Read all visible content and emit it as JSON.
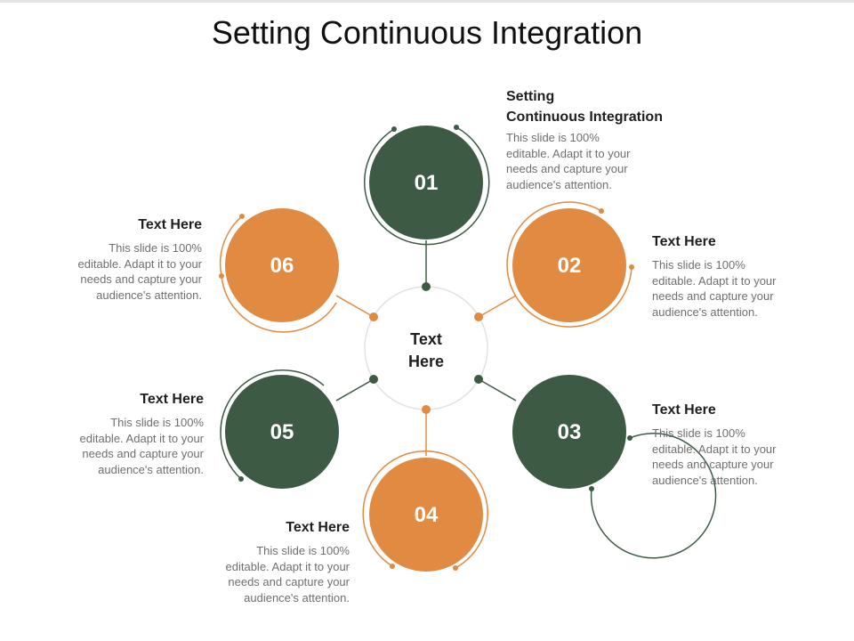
{
  "slide": {
    "title": "Setting Continuous Integration"
  },
  "colors": {
    "green": "#3d5a45",
    "orange": "#e08a42",
    "center_ring": "#e2e2e2"
  },
  "center": {
    "line1": "Text",
    "line2": "Here"
  },
  "nodes": [
    {
      "number": "01",
      "color": "green"
    },
    {
      "number": "02",
      "color": "orange"
    },
    {
      "number": "03",
      "color": "green"
    },
    {
      "number": "04",
      "color": "orange"
    },
    {
      "number": "05",
      "color": "green"
    },
    {
      "number": "06",
      "color": "orange"
    }
  ],
  "items": {
    "i1": {
      "heading_line1": "Setting",
      "heading_line2": "Continuous Integration",
      "desc": [
        "This slide is 100%",
        "editable. Adapt it to your",
        "needs and capture your",
        "audience's attention."
      ]
    },
    "i2": {
      "heading": "Text Here",
      "desc": [
        "This slide is 100%",
        "editable. Adapt it to your",
        "needs and capture your",
        "audience's attention."
      ]
    },
    "i3": {
      "heading": "Text Here",
      "desc": [
        "This slide is 100%",
        "editable. Adapt it to your",
        "needs and capture your",
        "audience's attention."
      ]
    },
    "i4": {
      "heading": "Text Here",
      "desc": [
        "This slide is 100%",
        "editable. Adapt it to your",
        "needs and capture your",
        "audience's attention."
      ]
    },
    "i5": {
      "heading": "Text Here",
      "desc": [
        "This slide is 100%",
        "editable. Adapt it to your",
        "needs and capture your",
        "audience's attention."
      ]
    },
    "i6": {
      "heading": "Text Here",
      "desc": [
        "This slide is 100%",
        "editable. Adapt it to your",
        "needs and capture your",
        "audience's attention."
      ]
    }
  }
}
